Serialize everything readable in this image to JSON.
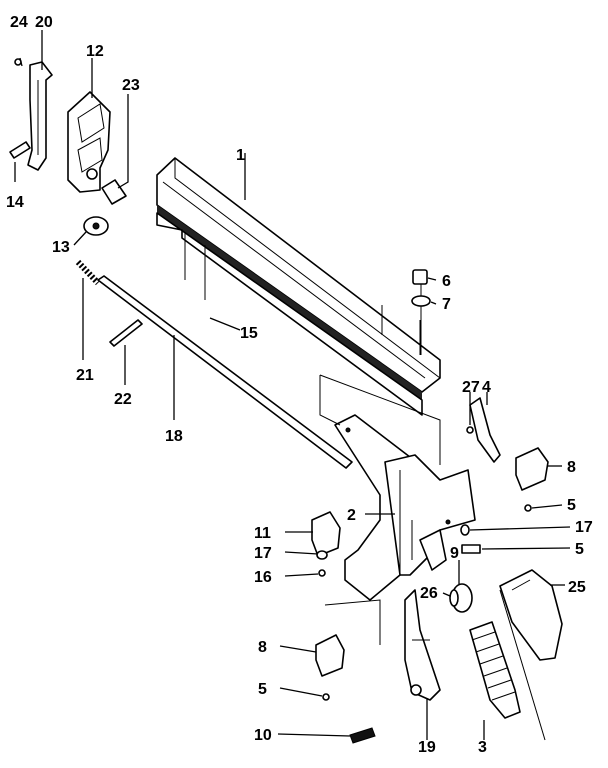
{
  "diagram": {
    "callouts": [
      {
        "id": "c24",
        "text": "24"
      },
      {
        "id": "c20",
        "text": "20"
      },
      {
        "id": "c12",
        "text": "12"
      },
      {
        "id": "c23",
        "text": "23"
      },
      {
        "id": "c14",
        "text": "14"
      },
      {
        "id": "c13",
        "text": "13"
      },
      {
        "id": "c1",
        "text": "1"
      },
      {
        "id": "c6",
        "text": "6"
      },
      {
        "id": "c7",
        "text": "7"
      },
      {
        "id": "c15",
        "text": "15"
      },
      {
        "id": "c21",
        "text": "21"
      },
      {
        "id": "c22",
        "text": "22"
      },
      {
        "id": "c18",
        "text": "18"
      },
      {
        "id": "c27",
        "text": "27"
      },
      {
        "id": "c4",
        "text": "4"
      },
      {
        "id": "c8a",
        "text": "8"
      },
      {
        "id": "c5a",
        "text": "5"
      },
      {
        "id": "c2",
        "text": "2"
      },
      {
        "id": "c11",
        "text": "11"
      },
      {
        "id": "c17a",
        "text": "17"
      },
      {
        "id": "c17b",
        "text": "17"
      },
      {
        "id": "c5b",
        "text": "5"
      },
      {
        "id": "c16",
        "text": "16"
      },
      {
        "id": "c9",
        "text": "9"
      },
      {
        "id": "c26",
        "text": "26"
      },
      {
        "id": "c25",
        "text": "25"
      },
      {
        "id": "c8b",
        "text": "8"
      },
      {
        "id": "c5c",
        "text": "5"
      },
      {
        "id": "c10",
        "text": "10"
      },
      {
        "id": "c19",
        "text": "19"
      },
      {
        "id": "c3",
        "text": "3"
      }
    ]
  }
}
